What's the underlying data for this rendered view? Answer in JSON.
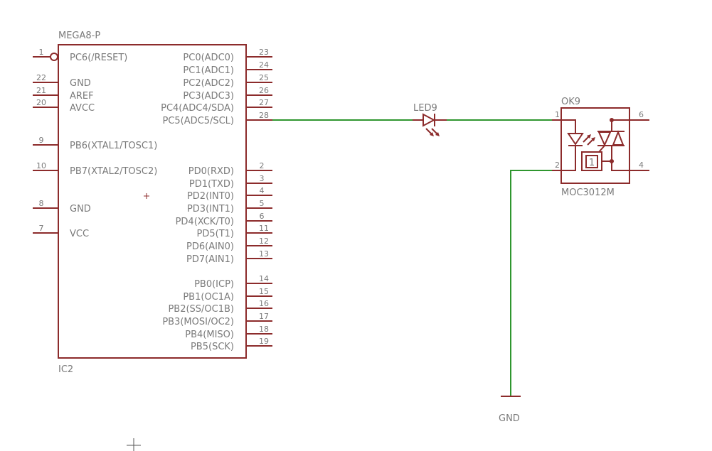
{
  "ic": {
    "name": "MEGA8-P",
    "ref": "IC2",
    "left_pins": [
      {
        "num": "1",
        "label": "PC6(/RESET)"
      },
      {
        "num": "22",
        "label": "GND"
      },
      {
        "num": "21",
        "label": "AREF"
      },
      {
        "num": "20",
        "label": "AVCC"
      },
      {
        "num": "9",
        "label": "PB6(XTAL1/TOSC1)"
      },
      {
        "num": "10",
        "label": "PB7(XTAL2/TOSC2)"
      },
      {
        "num": "8",
        "label": "GND"
      },
      {
        "num": "7",
        "label": "VCC"
      }
    ],
    "right_pins": [
      {
        "num": "23",
        "label": "PC0(ADC0)"
      },
      {
        "num": "24",
        "label": "PC1(ADC1)"
      },
      {
        "num": "25",
        "label": "PC2(ADC2)"
      },
      {
        "num": "26",
        "label": "PC3(ADC3)"
      },
      {
        "num": "27",
        "label": "PC4(ADC4/SDA)"
      },
      {
        "num": "28",
        "label": "PC5(ADC5/SCL)"
      },
      {
        "num": "2",
        "label": "PD0(RXD)"
      },
      {
        "num": "3",
        "label": "PD1(TXD)"
      },
      {
        "num": "4",
        "label": "PD2(INT0)"
      },
      {
        "num": "5",
        "label": "PD3(INT1)"
      },
      {
        "num": "6",
        "label": "PD4(XCK/T0)"
      },
      {
        "num": "11",
        "label": "PD5(T1)"
      },
      {
        "num": "12",
        "label": "PD6(AIN0)"
      },
      {
        "num": "13",
        "label": "PD7(AIN1)"
      },
      {
        "num": "14",
        "label": "PB0(ICP)"
      },
      {
        "num": "15",
        "label": "PB1(OC1A)"
      },
      {
        "num": "16",
        "label": "PB2(SS/OC1B)"
      },
      {
        "num": "17",
        "label": "PB3(MOSI/OC2)"
      },
      {
        "num": "18",
        "label": "PB4(MISO)"
      },
      {
        "num": "19",
        "label": "PB5(SCK)"
      }
    ]
  },
  "led": {
    "name": "LED9"
  },
  "opto": {
    "name": "OK9",
    "value": "MOC3012M",
    "pins": {
      "p1": "1",
      "p2": "2",
      "p6": "6",
      "p4": "4"
    },
    "zero_cross_mark": "1"
  },
  "gnd": {
    "label": "GND"
  },
  "colors": {
    "symbol": "#8c2b2b",
    "wire": "#2f962f",
    "text": "#7a7a7a"
  }
}
